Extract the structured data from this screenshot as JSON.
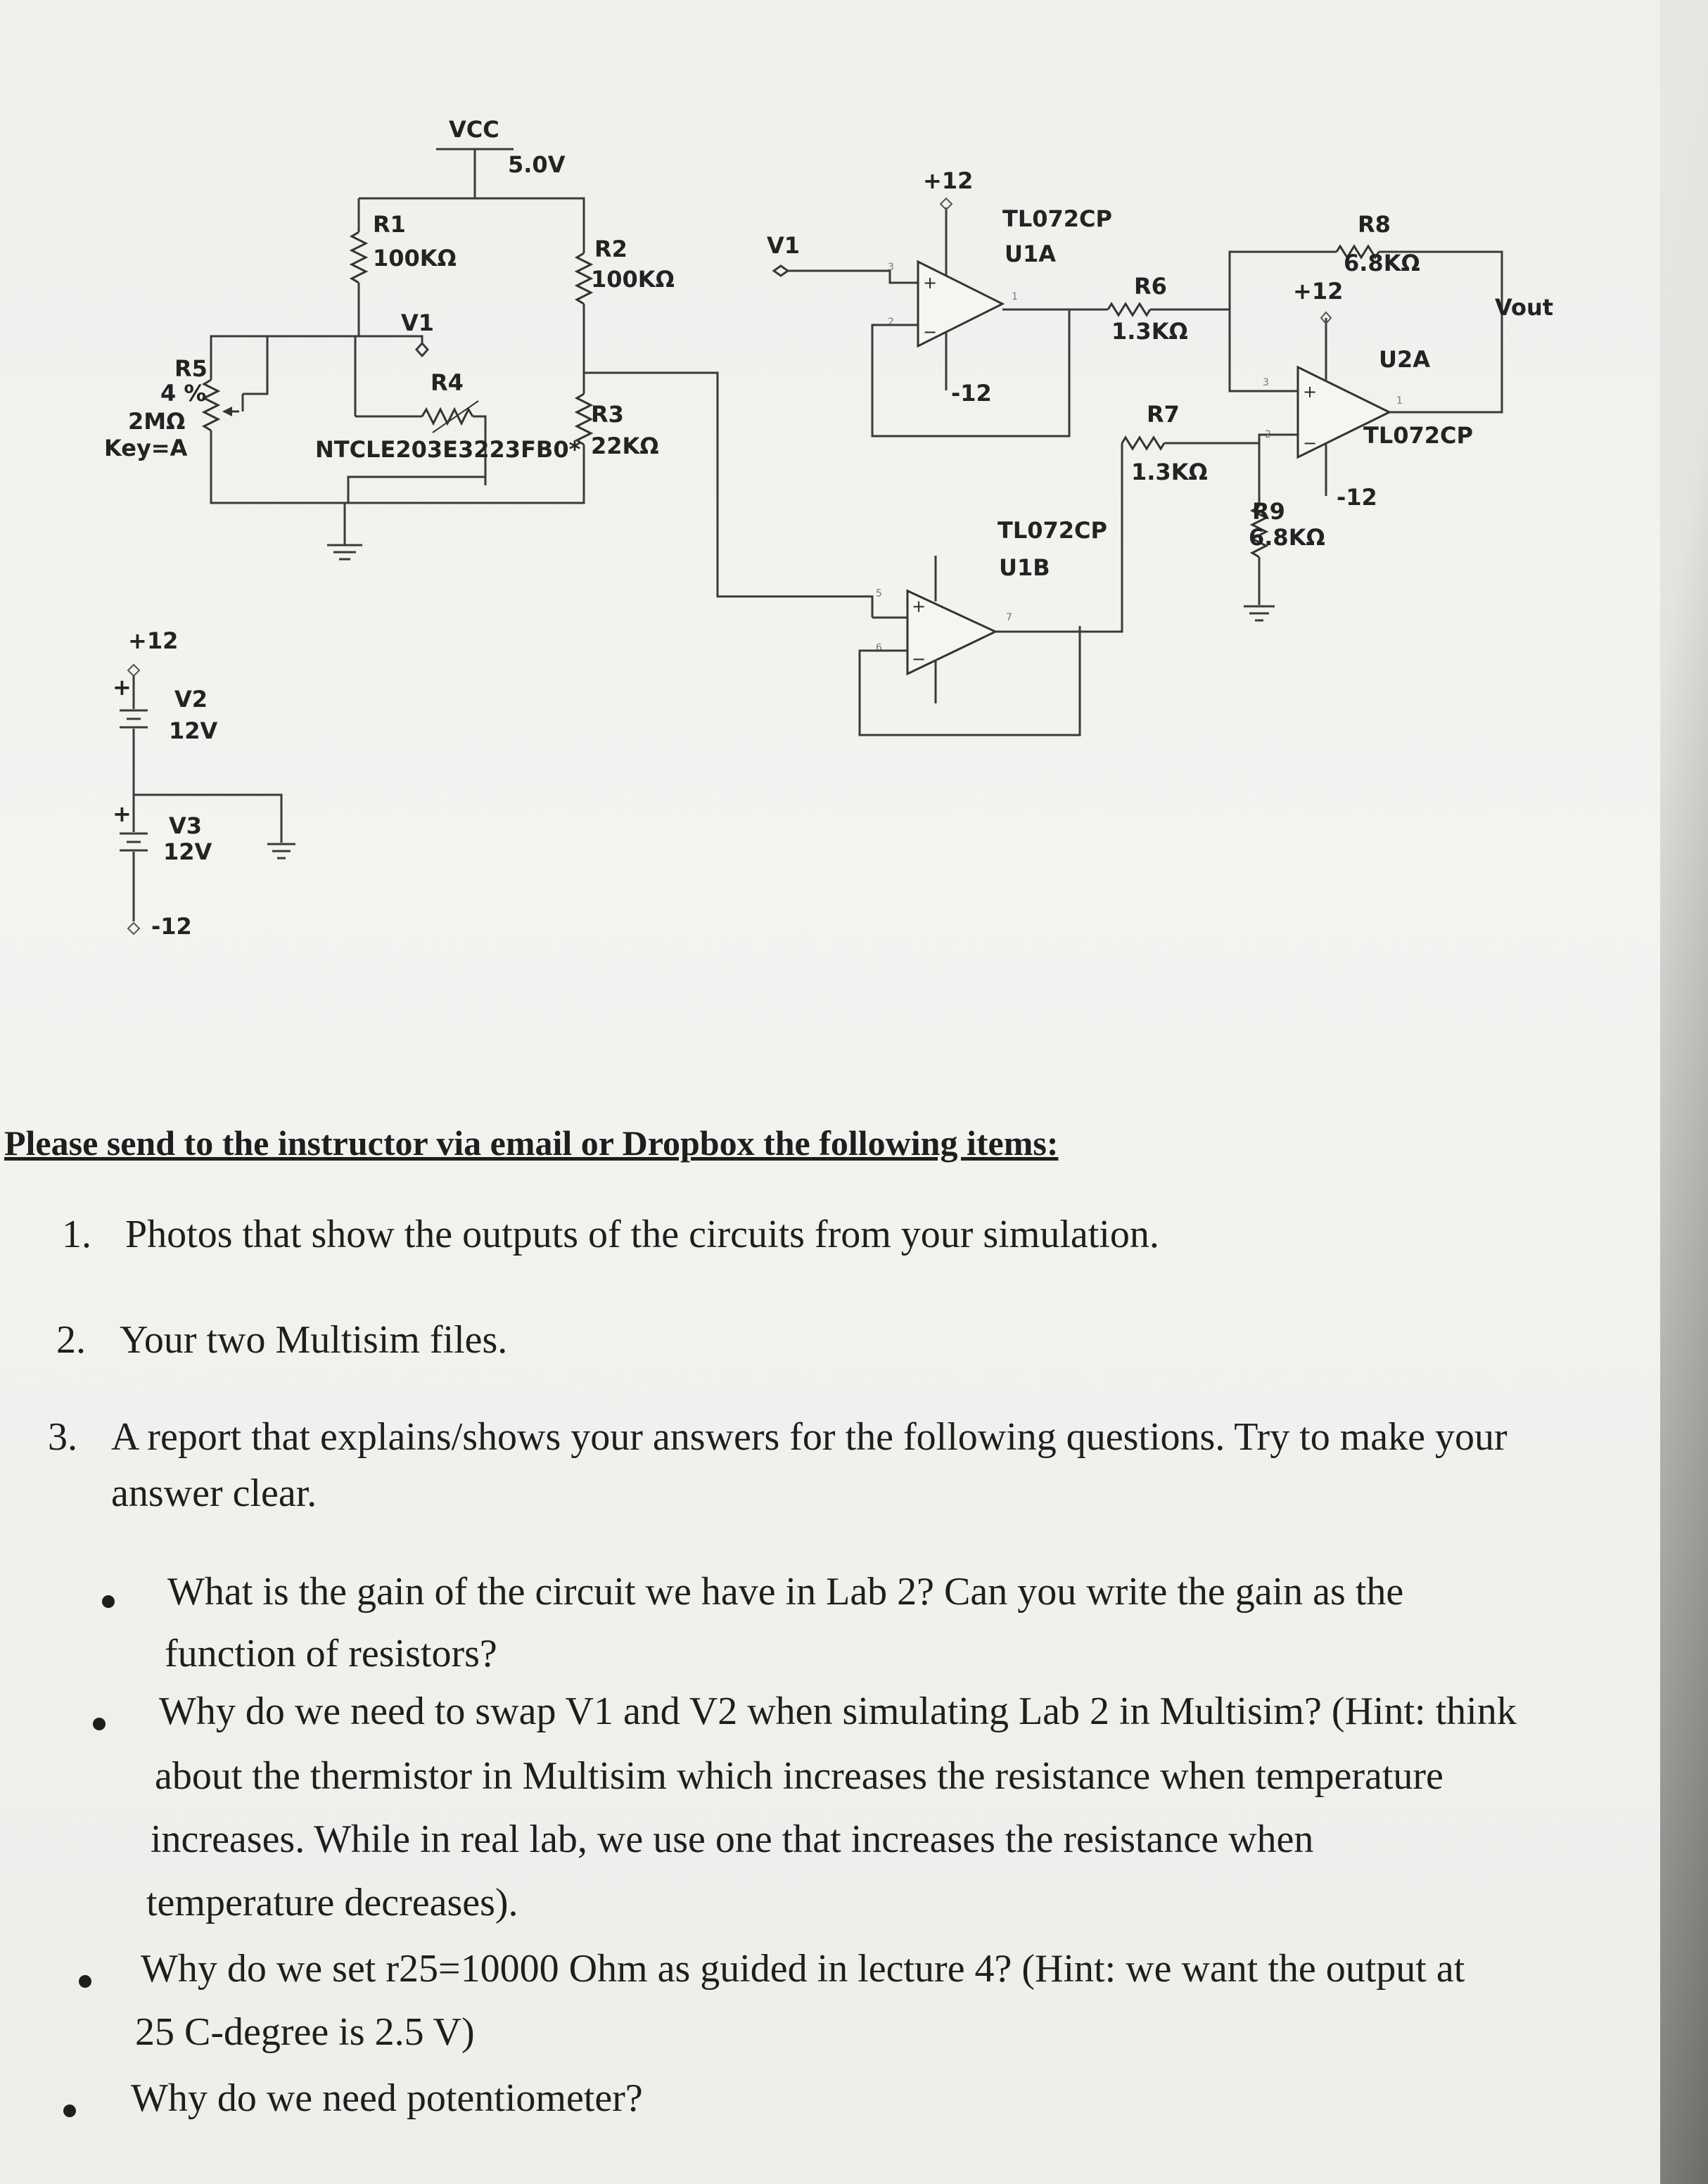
{
  "schematic": {
    "vcc_label": "VCC",
    "vcc_value": "5.0V",
    "r1_name": "R1",
    "r1_value": "100KΩ",
    "r2_name": "R2",
    "r2_value": "100KΩ",
    "r3_name": "R3",
    "r3_value": "22KΩ",
    "r4_name": "R4",
    "r4_part": "NTCLE203E3223FB0*",
    "v1_node": "V1",
    "v1_input": "V1",
    "r5_name": "R5",
    "r5_percent": "4 %",
    "r5_value": "2MΩ",
    "r5_key": "Key=A",
    "u1a_part": "TL072CP",
    "u1a_name": "U1A",
    "u1b_part": "TL072CP",
    "u1b_name": "U1B",
    "u2a_part": "TL072CP",
    "u2a_name": "U2A",
    "r6_name": "R6",
    "r6_value": "1.3KΩ",
    "r7_name": "R7",
    "r7_value": "1.3KΩ",
    "r8_name": "R8",
    "r8_value": "6.8KΩ",
    "r9_name": "R9",
    "r9_value": "6.8KΩ",
    "vout": "Vout",
    "pos12_u1": "+12",
    "neg12_u1": "-12",
    "pos12_u2": "+12",
    "neg12_u2": "-12",
    "supply_pos": "+12",
    "supply_neg": "-12",
    "v2_name": "V2",
    "v2_value": "12V",
    "v3_name": "V3",
    "v3_value": "12V",
    "plus_sign": "+"
  },
  "document": {
    "heading": "Please send to the instructor via email or Dropbox the following items:",
    "items": [
      {
        "num": "1.",
        "text": "Photos that show the outputs of the circuits from your simulation."
      },
      {
        "num": "2.",
        "text": "Your two Multisim files."
      },
      {
        "num": "3.",
        "text": "A report that explains/shows your answers for the following questions. Try to make your",
        "cont": "answer clear."
      }
    ],
    "bullets": [
      {
        "lines": [
          "What is the gain of the circuit we have in Lab 2? Can you write the gain as the",
          "function of resistors?"
        ]
      },
      {
        "lines": [
          "Why do we need to swap V1 and V2 when simulating Lab 2 in Multisim? (Hint: think",
          "about the thermistor in Multisim which increases the resistance when temperature",
          "increases. While in real lab, we use one that increases the resistance when",
          "temperature decreases)."
        ]
      },
      {
        "lines": [
          "Why do we set r25=10000 Ohm as guided in lecture 4? (Hint: we want the output at",
          "25 C-degree is 2.5 V)"
        ]
      },
      {
        "lines": [
          "Why do we need potentiometer?"
        ]
      }
    ]
  }
}
